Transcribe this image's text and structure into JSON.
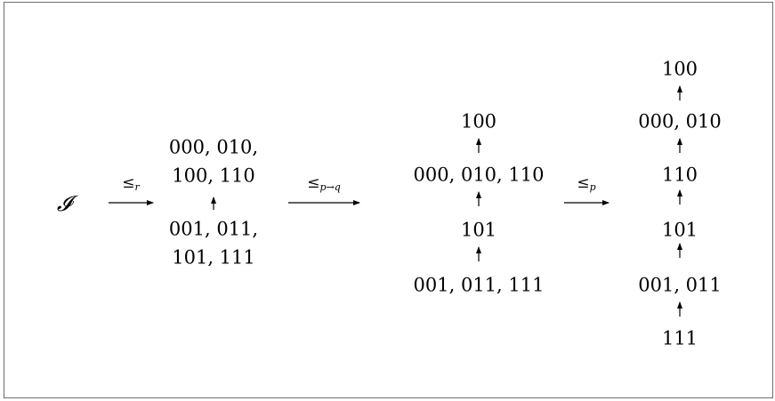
{
  "interpretation_symbol": "𝓘",
  "orders": [
    {
      "symbol": "≤",
      "subscript": "r"
    },
    {
      "symbol": "≤",
      "subscript": "p→q"
    },
    {
      "symbol": "≤",
      "subscript": "p"
    }
  ],
  "diagram_r": {
    "top_lines": [
      "000, 010,",
      "100, 110"
    ],
    "bottom_lines": [
      "001, 011,",
      "101, 111"
    ]
  },
  "diagram_pq": {
    "levels": [
      "100",
      "000, 010, 110",
      "101",
      "001, 011, 111"
    ]
  },
  "diagram_p": {
    "levels": [
      "100",
      "000, 010",
      "110",
      "101",
      "001, 011",
      "111"
    ]
  },
  "colors": {
    "line": "#000000",
    "frame": "#6e6e6e"
  }
}
